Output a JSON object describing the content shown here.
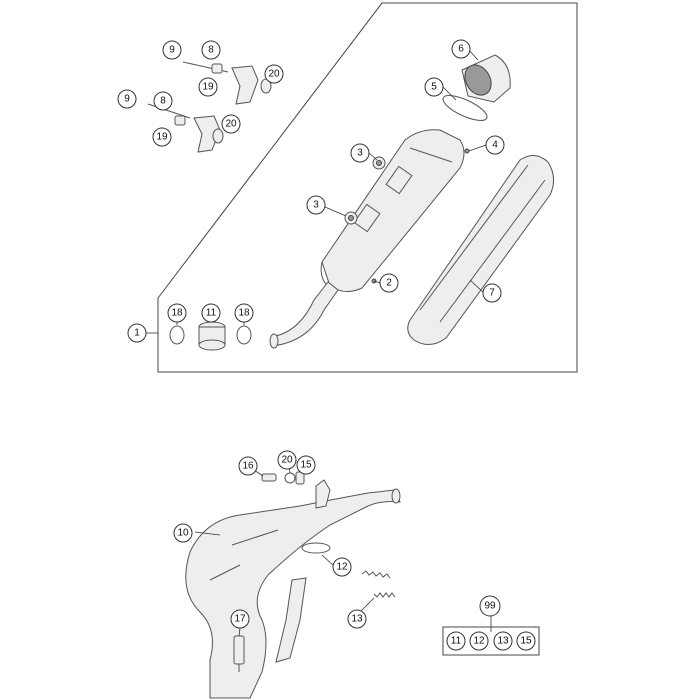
{
  "diagram": {
    "callouts": {
      "c1": "1",
      "c2": "2",
      "c3a": "3",
      "c3b": "3",
      "c4": "4",
      "c5": "5",
      "c6": "6",
      "c7": "7",
      "c8a": "8",
      "c8b": "8",
      "c9a": "9",
      "c9b": "9",
      "c10": "10",
      "c11a": "11",
      "c12": "12",
      "c13": "13",
      "c15a": "15",
      "c16": "16",
      "c17": "17",
      "c18a": "18",
      "c18b": "18",
      "c19a": "19",
      "c19b": "19",
      "c20a": "20",
      "c20b": "20",
      "c20c": "20",
      "c99": "99"
    },
    "kit": {
      "label": "99",
      "contents": [
        "11",
        "12",
        "13",
        "15"
      ]
    },
    "colors": {
      "line": "#555555",
      "callout_stroke": "#333333",
      "background": "#ffffff"
    }
  }
}
